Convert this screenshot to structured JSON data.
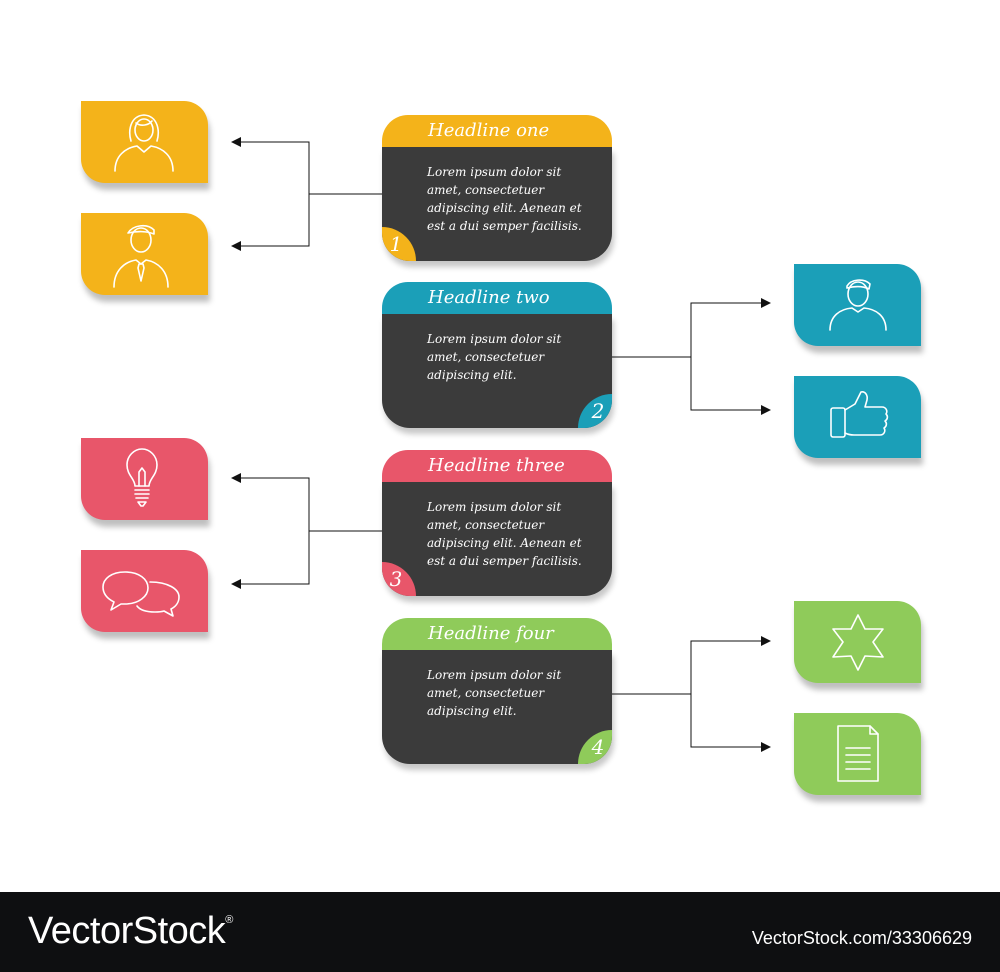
{
  "colors": {
    "yellow": "#f4b31a",
    "teal": "#1b9fb8",
    "red": "#e8566a",
    "green": "#8fcb5a",
    "card_body": "#3b3b3b",
    "banner": "#0e0f11"
  },
  "cards": [
    {
      "headline": "Headline one",
      "text": "Lorem ipsum dolor sit amet, consectetuer adipiscing elit. Aenean et est a dui semper facilisis.",
      "number": "1",
      "color": "#f4b31a"
    },
    {
      "headline": "Headline two",
      "text": "Lorem ipsum dolor sit amet, consectetuer adipiscing elit.",
      "number": "2",
      "color": "#1b9fb8"
    },
    {
      "headline": "Headline three",
      "text": "Lorem ipsum dolor sit amet, consectetuer adipiscing elit. Aenean et est a dui semper facilisis.",
      "number": "3",
      "color": "#e8566a"
    },
    {
      "headline": "Headline four",
      "text": "Lorem ipsum dolor sit amet, consectetuer adipiscing elit.",
      "number": "4",
      "color": "#8fcb5a"
    }
  ],
  "tiles": [
    {
      "icon": "woman-icon",
      "color": "#f4b31a"
    },
    {
      "icon": "businessman-icon",
      "color": "#f4b31a"
    },
    {
      "icon": "man-icon",
      "color": "#1b9fb8"
    },
    {
      "icon": "thumbs-up-icon",
      "color": "#1b9fb8"
    },
    {
      "icon": "lightbulb-icon",
      "color": "#e8566a"
    },
    {
      "icon": "chat-bubbles-icon",
      "color": "#e8566a"
    },
    {
      "icon": "star-icon",
      "color": "#8fcb5a"
    },
    {
      "icon": "document-icon",
      "color": "#8fcb5a"
    }
  ],
  "banner": {
    "logo": "VectorStock",
    "registered": "®",
    "credit": "VectorStock.com/33306629"
  }
}
